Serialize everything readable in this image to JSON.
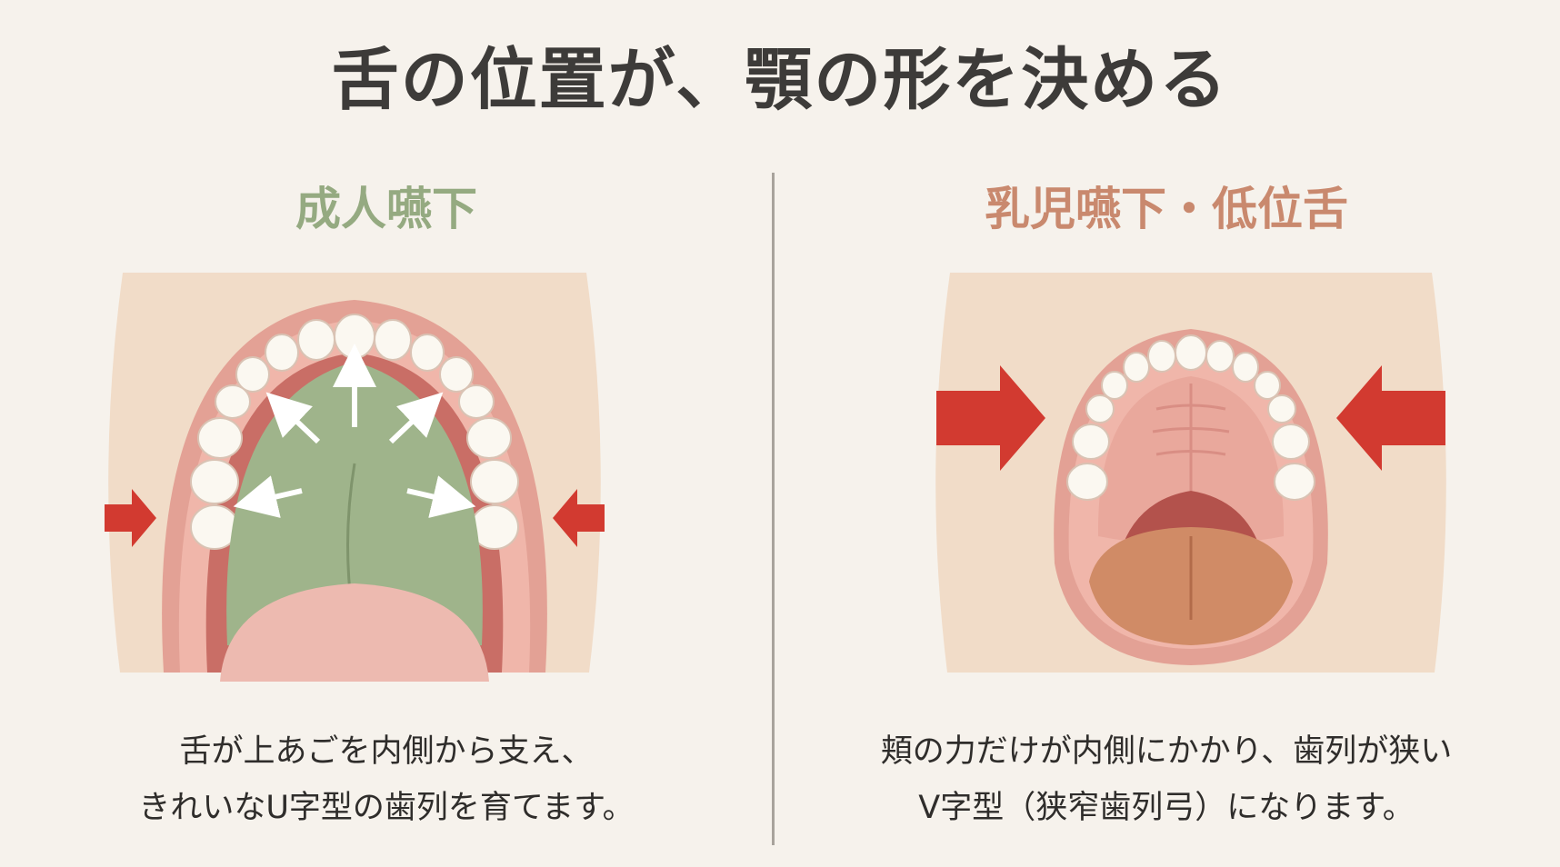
{
  "title": "舌の位置が、顎の形を決める",
  "left": {
    "heading": "成人嚥下",
    "caption_line1": "舌が上あごを内側から支え、",
    "caption_line2": "きれいなU字型の歯列を育てます。"
  },
  "right": {
    "heading": "乳児嚥下・低位舌",
    "caption_line1": "頬の力だけが内側にかかり、歯列が狭い",
    "caption_line2": "V字型（狭窄歯列弓）になります。"
  },
  "colors": {
    "background": "#f6f2ec",
    "title": "#3d3b39",
    "left_heading": "#95aa81",
    "right_heading": "#c9896e",
    "skin": "#f1dcc8",
    "lip": "#e3a195",
    "gum": "#f0b6aa",
    "tooth": "#fbf8f1",
    "tongue_raised": "#9fb48b",
    "tongue_low": "#d08b66",
    "arrow_red": "#d23a30",
    "divider": "#a8a39c"
  },
  "icons": {
    "left_illustration": "mouth-u-shaped-arch-illustration",
    "right_illustration": "mouth-v-shaped-arch-illustration"
  }
}
